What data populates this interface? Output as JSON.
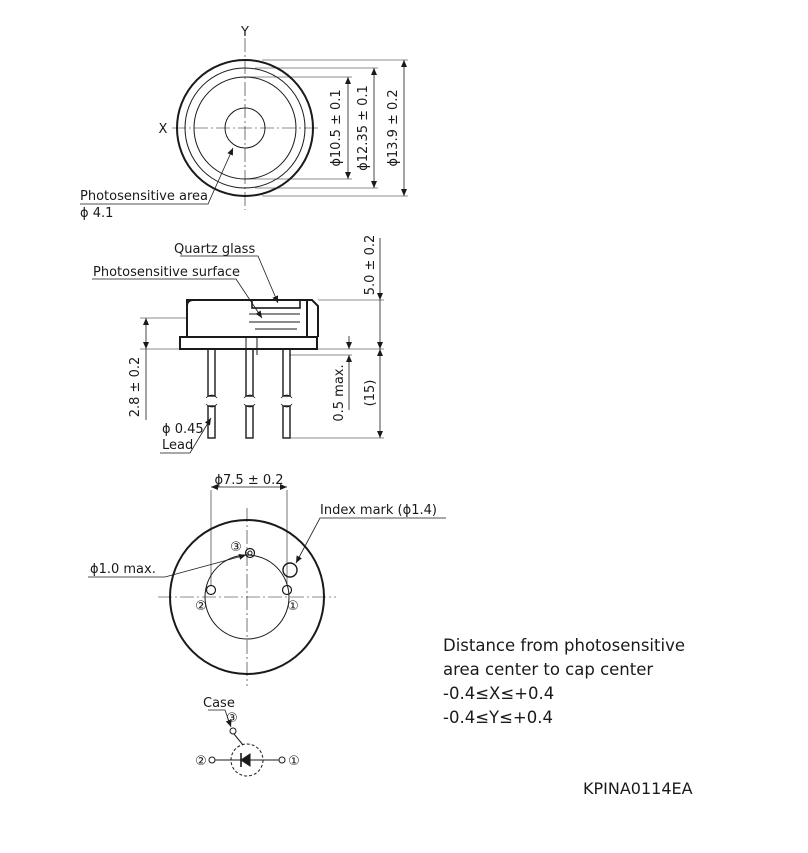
{
  "top_view": {
    "axis_y": "Y",
    "axis_x": "X",
    "dim_inner": "ϕ10.5 ± 0.1",
    "dim_middle": "ϕ12.35 ± 0.1",
    "dim_outer": "ϕ13.9 ± 0.2",
    "photo_area_label": "Photosensitive area",
    "photo_area_dim": "ϕ 4.1"
  },
  "side_view": {
    "quartz_label": "Quartz glass",
    "surface_label": "Photosensitive surface",
    "dim_height": "5.0 ± 0.2",
    "dim_left": "2.8 ± 0.2",
    "dim_protrusion": "0.5 max.",
    "dim_lead": "(15)",
    "lead_dim": "ϕ 0.45",
    "lead_label": "Lead"
  },
  "bottom_view": {
    "pitch_dim": "ϕ7.5 ± 0.2",
    "index_mark": "Index mark (ϕ1.4)",
    "pin_dim": "ϕ1.0 max.",
    "pin1": "①",
    "pin2": "②",
    "pin3": "③"
  },
  "schematic": {
    "case_label": "Case",
    "pin1": "①",
    "pin2": "②",
    "pin3": "③"
  },
  "notes": {
    "line1": "Distance from photosensitive",
    "line2": "area center to cap center",
    "line3": "-0.4≤X≤+0.4",
    "line4": "-0.4≤Y≤+0.4"
  },
  "drawing_code": "KPINA0114EA"
}
